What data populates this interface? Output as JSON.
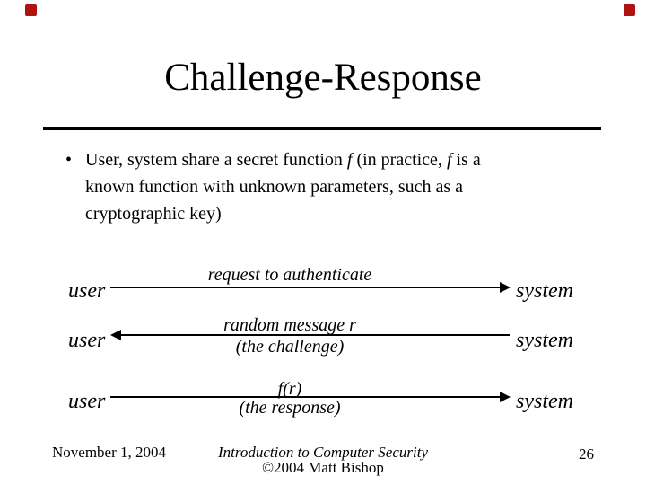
{
  "slide": {
    "title": "Challenge-Response",
    "bullet": {
      "marker": "•",
      "line1_segments": [
        {
          "t": "User, system share a secret function ",
          "i": false
        },
        {
          "t": "f",
          "i": true
        },
        {
          "t": " (in practice, ",
          "i": false
        },
        {
          "t": "f",
          "i": true
        },
        {
          "t": " is a",
          "i": false
        }
      ],
      "line2": "known function with unknown parameters, such as a",
      "line3": "cryptographic key)"
    },
    "diagram": {
      "rows": [
        {
          "left": "user",
          "right": "system",
          "direction": "right",
          "label_top": "request to authenticate",
          "label_bottom": ""
        },
        {
          "left": "user",
          "right": "system",
          "direction": "left",
          "label_top": "random message r",
          "label_bottom": "(the challenge)"
        },
        {
          "left": "user",
          "right": "system",
          "direction": "right",
          "label_top": "f(r)",
          "label_bottom": "(the response)"
        }
      ]
    },
    "footer": {
      "date": "November 1, 2004",
      "course": "Introduction to Computer Security",
      "copyright": "©2004 Matt Bishop",
      "page": "26"
    },
    "colors": {
      "background": "#ffffff",
      "text": "#000000",
      "corner_mark": "#b01212"
    }
  }
}
